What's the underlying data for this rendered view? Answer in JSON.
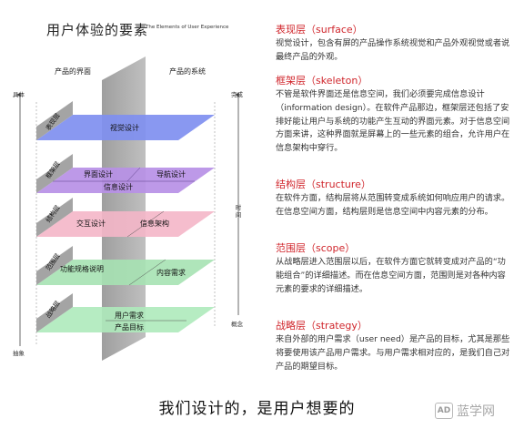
{
  "diagram": {
    "title": "用户体验的要素",
    "subtitle": "The Elements of User Experience",
    "left_header": "产品的界面",
    "right_header": "产品的系统",
    "axis_left_top": "具体",
    "axis_left_bottom": "抽象",
    "axis_right_top": "完成",
    "axis_right_bottom": "概念",
    "axis_right_middle": "时间",
    "planes": [
      {
        "tag": "表现层",
        "items": [
          "视觉设计"
        ],
        "color": "#7f8ff0"
      },
      {
        "tag": "框架层",
        "items": [
          "界面设计",
          "导航设计",
          "信息设计"
        ],
        "color": "#b790e6"
      },
      {
        "tag": "结构层",
        "items": [
          "交互设计",
          "信息架构"
        ],
        "color": "#f4b6c8"
      },
      {
        "tag": "范围层",
        "items": [
          "功能规格说明",
          "内容需求"
        ],
        "color": "#a6e2b3"
      },
      {
        "tag": "战略层",
        "items": [
          "用户需求",
          "产品目标"
        ],
        "color": "#aeeabb"
      }
    ]
  },
  "layers": [
    {
      "title": "表现层（surface）",
      "desc": "视觉设计，包含有屏的产品操作系统视觉和产品外观视觉或者说最终产品的外观。"
    },
    {
      "title": "框架层（skeleton）",
      "desc": "不管是软件界面还是信息空间，我们必须要完成信息设计（information design）。在软件产品那边，框架层还包括了安排好能让用户与系统的功能产生互动的界面元素。对于信息空间方面来讲，这种界面就是屏幕上的一些元素的组合，允许用户在信息架构中穿行。"
    },
    {
      "title": "结构层（structure）",
      "desc": "在软件方面，结构层将从范围转变成系统如何响应用户的请求。在信息空间方面，结构层则是信息空间中内容元素的分布。"
    },
    {
      "title": "范围层（scope）",
      "desc": "从战略层进入范围层以后，在软件方面它就转变成对产品的“功能组合”的详细描述。而在信息空间方面，范围则是对各种内容元素的要求的详细描述。"
    },
    {
      "title": "战略层（strategy）",
      "desc": "来自外部的用户需求（user need）是产品的目标，尤其是那些将要使用该产品用户需求。与用户需求相对应的，是我们自己对产品的期望目标。"
    }
  ],
  "footer": "我们设计的，是用户想要的",
  "watermark": {
    "badge": "AD",
    "text": "蓝学网"
  }
}
